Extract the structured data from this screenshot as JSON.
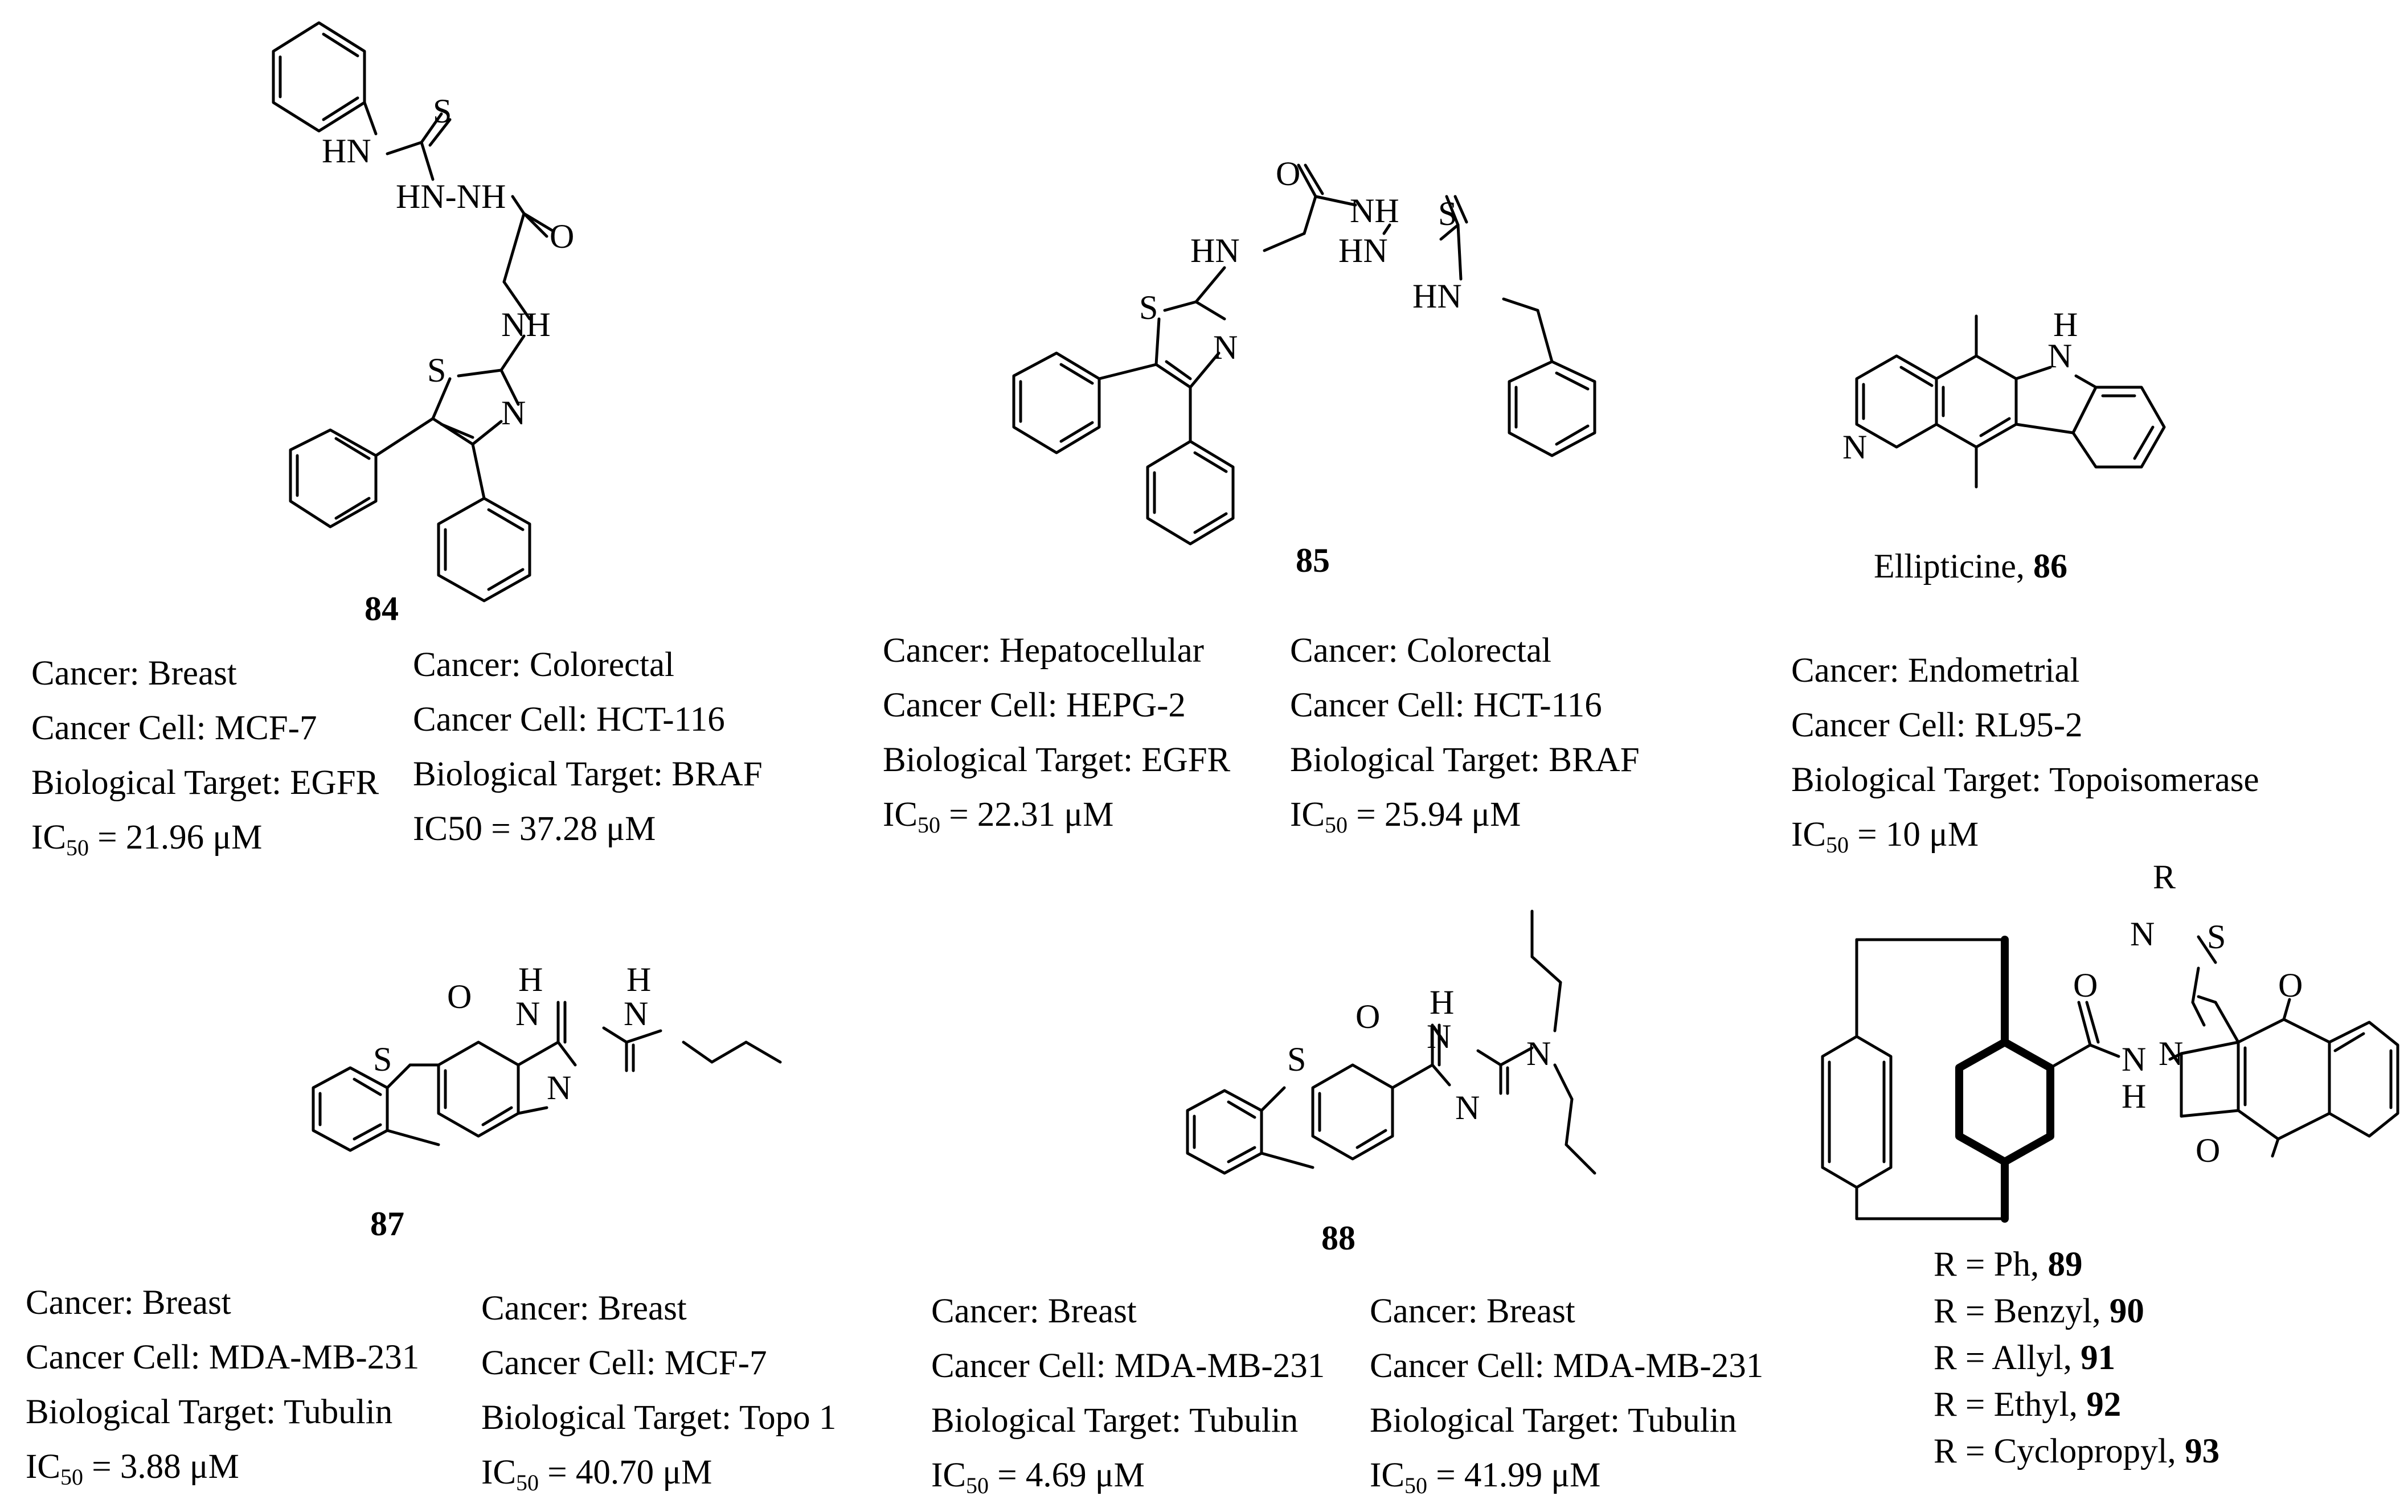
{
  "compounds": {
    "c84": {
      "label": "84",
      "info_a": [
        "Cancer: Breast",
        "Cancer Cell: MCF-7",
        "Biological Target: EGFR"
      ],
      "ic_a": {
        "prefix": "IC",
        "sub": "50",
        "value": " = 21.96 μM"
      },
      "info_b": [
        "Cancer: Colorectal",
        "Cancer Cell: HCT-116",
        "Biological Target: BRAF",
        "IC50 = 37.28 μM"
      ]
    },
    "c85": {
      "label": "85",
      "info_a": [
        "Cancer: Hepatocellular",
        "Cancer Cell: HEPG-2",
        "Biological Target: EGFR"
      ],
      "ic_a": {
        "prefix": "IC",
        "sub": "50",
        "value": " = 22.31 μM"
      },
      "info_b": [
        "Cancer: Colorectal",
        "Cancer Cell: HCT-116",
        "Biological Target: BRAF"
      ],
      "ic_b": {
        "prefix": "IC",
        "sub": "50",
        "value": " = 25.94 μM"
      }
    },
    "c86": {
      "name": "Ellipticine, ",
      "label": "86",
      "info": [
        "Cancer: Endometrial",
        "Cancer Cell: RL95-2",
        "Biological Target: Topoisomerase"
      ],
      "ic": {
        "prefix": "IC",
        "sub": "50",
        "value": " = 10 μM"
      }
    },
    "c87": {
      "label": "87",
      "info_a": [
        "Cancer: Breast",
        "Cancer Cell: MDA-MB-231",
        "Biological Target: Tubulin"
      ],
      "ic_a": {
        "prefix": "IC",
        "sub": "50",
        "value": " = 3.88 μM"
      },
      "info_b": [
        "Cancer: Breast",
        "Cancer Cell: MCF-7",
        "Biological Target: Topo 1"
      ],
      "ic_b": {
        "prefix": "IC",
        "sub": "50",
        "value": " = 40.70 μM"
      }
    },
    "c88": {
      "label": "88",
      "info_a": [
        "Cancer: Breast",
        "Cancer Cell: MDA-MB-231",
        "Biological Target: Tubulin"
      ],
      "ic_a": {
        "prefix": "IC",
        "sub": "50",
        "value": " = 4.69 μM"
      },
      "info_b": [
        "Cancer: Breast",
        "Cancer Cell: MDA-MB-231",
        "Biological Target: Tubulin"
      ],
      "ic_b": {
        "prefix": "IC",
        "sub": "50",
        "value": " = 41.99 μM"
      }
    },
    "c89_93": {
      "r_list": [
        {
          "text": "R = Ph, ",
          "num": "89"
        },
        {
          "text": "R = Benzyl, ",
          "num": "90"
        },
        {
          "text": "R = Allyl, ",
          "num": "91"
        },
        {
          "text": "R = Ethyl, ",
          "num": "92"
        },
        {
          "text": "R = Cyclopropyl, ",
          "num": "93"
        }
      ]
    }
  },
  "atoms": {
    "S": "S",
    "O": "O",
    "N": "N",
    "H": "H",
    "R": "R",
    "NH": "NH",
    "HN": "HN",
    "HN_NH": "HN-NH"
  }
}
